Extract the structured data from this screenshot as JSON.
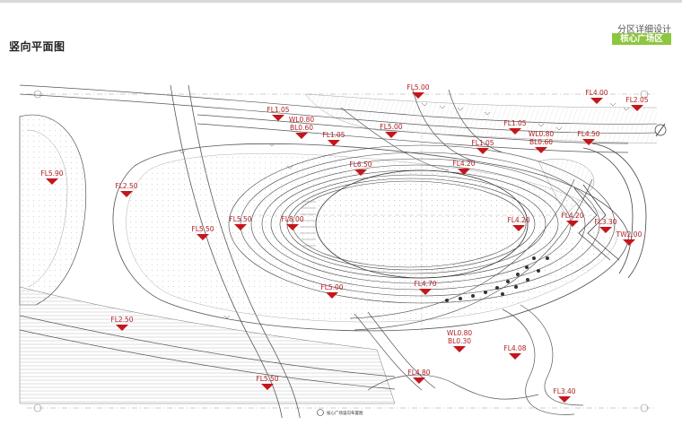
{
  "header": {
    "page_title": "竖向平面图",
    "section_label": "分区详细设计",
    "section_badge": "核心广场区"
  },
  "plan": {
    "scale_note": "核心广场竖向布置图",
    "markers": [
      {
        "id": "m1",
        "lines": [
          "FL5.00"
        ]
      },
      {
        "id": "m2",
        "lines": [
          "FL4.00"
        ]
      },
      {
        "id": "m3",
        "lines": [
          "FL2.05"
        ]
      },
      {
        "id": "m4",
        "lines": [
          "FL1.05"
        ]
      },
      {
        "id": "m5",
        "lines": [
          "WL0.80",
          "BL0.60"
        ]
      },
      {
        "id": "m6",
        "lines": [
          "FL1.05"
        ]
      },
      {
        "id": "m7",
        "lines": [
          "FL5.00"
        ]
      },
      {
        "id": "m8",
        "lines": [
          "FL1.05"
        ]
      },
      {
        "id": "m9",
        "lines": [
          "WL0.80",
          "BL0.60"
        ]
      },
      {
        "id": "m10",
        "lines": [
          "FL4.50"
        ]
      },
      {
        "id": "m11",
        "lines": [
          "FL1.05"
        ]
      },
      {
        "id": "m12",
        "lines": [
          "FL4.20"
        ]
      },
      {
        "id": "m13",
        "lines": [
          "FL6.50"
        ]
      },
      {
        "id": "m14",
        "lines": [
          "FL5.90"
        ]
      },
      {
        "id": "m15",
        "lines": [
          "FL2.50"
        ]
      },
      {
        "id": "m16",
        "lines": [
          "FL5.50"
        ]
      },
      {
        "id": "m17",
        "lines": [
          "FL5.50"
        ]
      },
      {
        "id": "m18",
        "lines": [
          "FL8.00"
        ]
      },
      {
        "id": "m19",
        "lines": [
          "FL4.20"
        ]
      },
      {
        "id": "m20",
        "lines": [
          "FL4.20"
        ]
      },
      {
        "id": "m21",
        "lines": [
          "FL3.30"
        ]
      },
      {
        "id": "m22",
        "lines": [
          "TW2.00"
        ]
      },
      {
        "id": "m23",
        "lines": [
          "FL5.00"
        ]
      },
      {
        "id": "m24",
        "lines": [
          "FL4.70"
        ]
      },
      {
        "id": "m25",
        "lines": [
          "FL2.50"
        ]
      },
      {
        "id": "m26",
        "lines": [
          "WL0.80",
          "BL0.30"
        ]
      },
      {
        "id": "m27",
        "lines": [
          "FL4.08"
        ]
      },
      {
        "id": "m28",
        "lines": [
          "FL4.80"
        ]
      },
      {
        "id": "m29",
        "lines": [
          "FL5.50"
        ]
      },
      {
        "id": "m30",
        "lines": [
          "FL3.40"
        ]
      }
    ]
  }
}
